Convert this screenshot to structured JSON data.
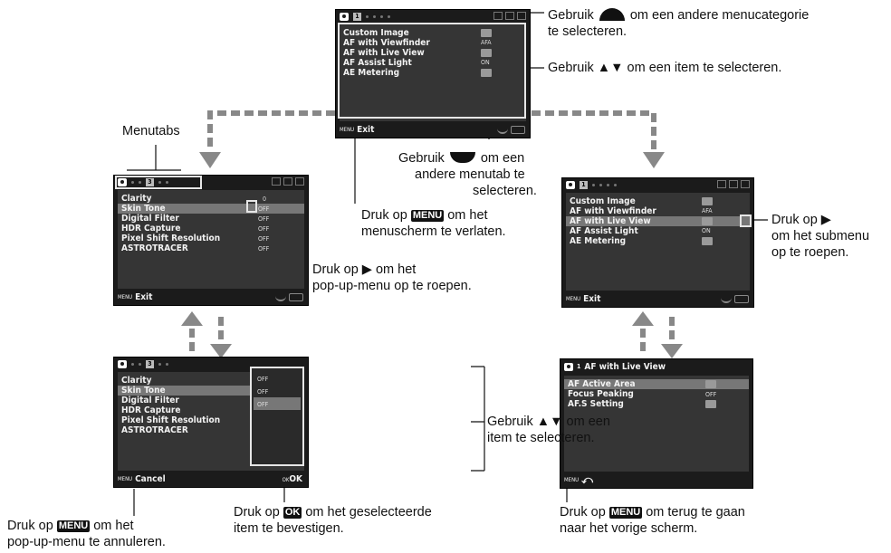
{
  "common": {
    "menu_small": "MENU",
    "ok_small": "OK",
    "ok_label": "OK",
    "exit": "Exit",
    "cancel": "Cancel"
  },
  "screen_top": {
    "tab_num": "1",
    "items": [
      "Custom Image",
      "AF with Viewfinder",
      "AF with Live View",
      "AF Assist Light",
      "AE Metering"
    ],
    "values": [
      "",
      "AFA",
      "",
      "ON",
      ""
    ]
  },
  "screen_left": {
    "tab_num": "3",
    "items": [
      "Clarity",
      "Skin Tone",
      "Digital Filter",
      "HDR Capture",
      "Pixel Shift Resolution",
      "ASTROTRACER"
    ],
    "values": [
      "0",
      "OFF",
      "OFF",
      "OFF",
      "OFF",
      "OFF"
    ]
  },
  "screen_right": {
    "tab_num": "1",
    "items": [
      "Custom Image",
      "AF with Viewfinder",
      "AF with Live View",
      "AF Assist Light",
      "AE Metering"
    ],
    "values": [
      "",
      "AFA",
      "",
      "ON",
      ""
    ]
  },
  "screen_popup": {
    "tab_num": "3",
    "items": [
      "Clarity",
      "Skin Tone",
      "Digital Filter",
      "HDR Capture",
      "Pixel Shift Resolution",
      "ASTROTRACER"
    ],
    "popup_values": [
      "OFF",
      "OFF",
      "OFF"
    ]
  },
  "screen_sub": {
    "title_num": "1",
    "title": "AF with Live View",
    "items": [
      "AF Active Area",
      "Focus Peaking",
      "AF.S Setting"
    ],
    "values": [
      "",
      "OFF",
      ""
    ]
  },
  "labels": {
    "category_pre": "Gebruik",
    "category_post": "om een andere menucategorie",
    "category_line2": "te selecteren.",
    "item_select": "Gebruik ▲▼ om een item te selecteren.",
    "menutabs": "Menutabs",
    "tab_dial_pre": "Gebruik",
    "tab_dial_post": "om een",
    "tab_dial_line2": "andere menutab te",
    "tab_dial_line3": "selecteren.",
    "exit_pre": "Druk op",
    "exit_key": "MENU",
    "exit_post": "om het",
    "exit_line2": "menuscherm te verlaten.",
    "popup_line1": "Druk op ▶ om het",
    "popup_line2": "pop-up-menu op te roepen.",
    "submenu_line1": "Druk op ▶",
    "submenu_line2": "om het submenu",
    "submenu_line3": "op te roepen.",
    "popup_select_line1": "Gebruik ▲▼ om een",
    "popup_select_line2": "item te selecteren.",
    "cancel_pre": "Druk op",
    "cancel_key": "MENU",
    "cancel_post": "om het",
    "cancel_line2": "pop-up-menu te annuleren.",
    "ok_pre": "Druk op",
    "ok_key": "OK",
    "ok_post": "om het geselecteerde",
    "ok_line2": "item te bevestigen.",
    "back_pre": "Druk op",
    "back_key": "MENU",
    "back_post": "om terug te gaan",
    "back_line2": "naar het vorige scherm."
  }
}
